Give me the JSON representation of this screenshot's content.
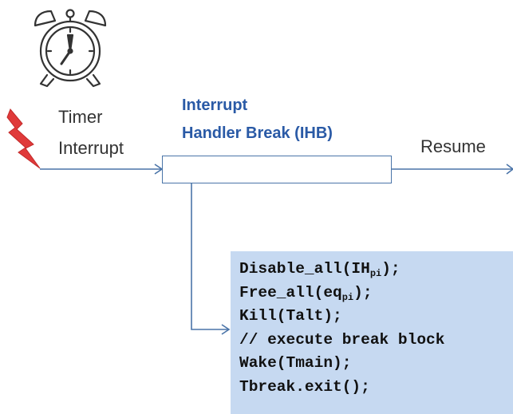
{
  "labels": {
    "timer": "Timer",
    "interrupt": "Interrupt",
    "handler_title_line1": "Interrupt",
    "handler_title_line2": "Handler Break (IHB)",
    "resume": "Resume"
  },
  "code": [
    {
      "text": "Disable_all(IH",
      "sub": "pi",
      "tail": ");"
    },
    {
      "text": "Free_all(eq",
      "sub": "pi",
      "tail": ");"
    },
    {
      "text": "Kill(Talt);"
    },
    {
      "text": "// execute break block"
    },
    {
      "text": "Wake(Tmain);"
    },
    {
      "text": "Tbreak.exit();"
    }
  ],
  "colors": {
    "title": "#2a5aa6",
    "box_stroke": "#4a74a8",
    "code_bg": "#c6d9f1",
    "bolt": "#e03a3a",
    "line": "#4a74a8"
  },
  "icons": {
    "alarm_clock": "alarm-clock-icon",
    "lightning": "lightning-bolt-icon"
  }
}
